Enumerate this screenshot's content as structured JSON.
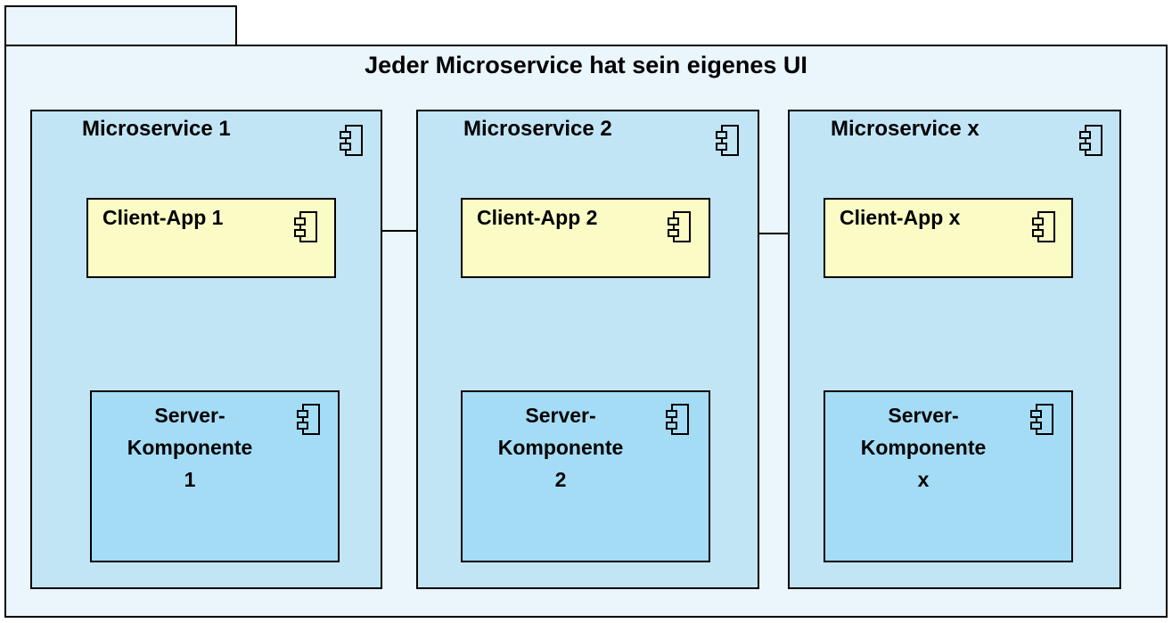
{
  "diagram": {
    "title": "Jeder Microservice hat sein eigenes UI",
    "microservices": [
      {
        "label": "Microservice 1",
        "client": "Client-App 1",
        "server": "Server-\nKomponente\n1"
      },
      {
        "label": "Microservice 2",
        "client": "Client-App 2",
        "server": "Server-\nKomponente\n2"
      },
      {
        "label": "Microservice x",
        "client": "Client-App x",
        "server": "Server-\nKomponente\nx"
      }
    ],
    "icon": "component-icon",
    "colors": {
      "package_fill": "#eaf5fc",
      "microservice_fill": "#c2e5f6",
      "client_fill": "#fbfbc6",
      "server_fill": "#a4dcf6"
    }
  }
}
